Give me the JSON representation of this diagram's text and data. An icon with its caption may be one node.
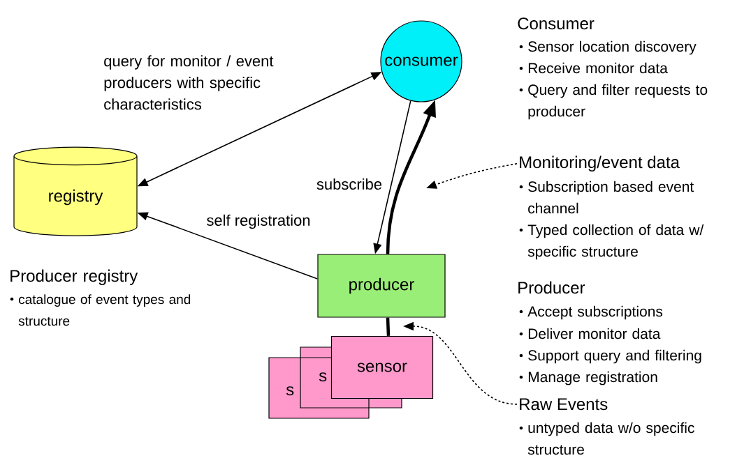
{
  "diagram": {
    "nodes": [
      {
        "text": [
          "consumer"
        ]
      },
      {
        "text": [
          "registry"
        ]
      },
      {
        "text": [
          "producer"
        ]
      },
      {
        "text": [
          "sensor"
        ]
      },
      {
        "text": [
          "Monitoring/event data"
        ]
      },
      {
        "text": [
          "Raw Events"
        ]
      }
    ],
    "edges": [
      {
        "from": 1,
        "to": 0,
        "arrow": "both",
        "label": "query for monitor / event producers with specific characteristics"
      },
      {
        "from": 2,
        "to": 1,
        "arrow": "to",
        "label": "self registration"
      },
      {
        "from": 0,
        "to": 2,
        "arrow": "to",
        "label": "subscribe"
      },
      {
        "from": 2,
        "to": 0,
        "arrow": "to",
        "style": "thick"
      },
      {
        "from": 3,
        "to": 2,
        "arrow": "none",
        "style": "thick"
      },
      {
        "from": 4,
        "to": null,
        "arrow": "to",
        "style": "dashed"
      },
      {
        "from": 5,
        "to": 3,
        "arrow": "to",
        "style": "dashed"
      }
    ],
    "labels": [
      "Consumer",
      "Sensor location discovery",
      "Receive monitor data",
      "Query and filter requests to producer",
      "Subscription based event channel",
      "Typed collection of data w/ specific structure",
      "Producer registry",
      "catalogue of event types and structure",
      "Producer",
      "Accept subscriptions",
      "Deliver monitor data",
      "Support query and filtering",
      "Manage registration",
      "untyped data w/o specific structure",
      "s",
      "s"
    ]
  }
}
